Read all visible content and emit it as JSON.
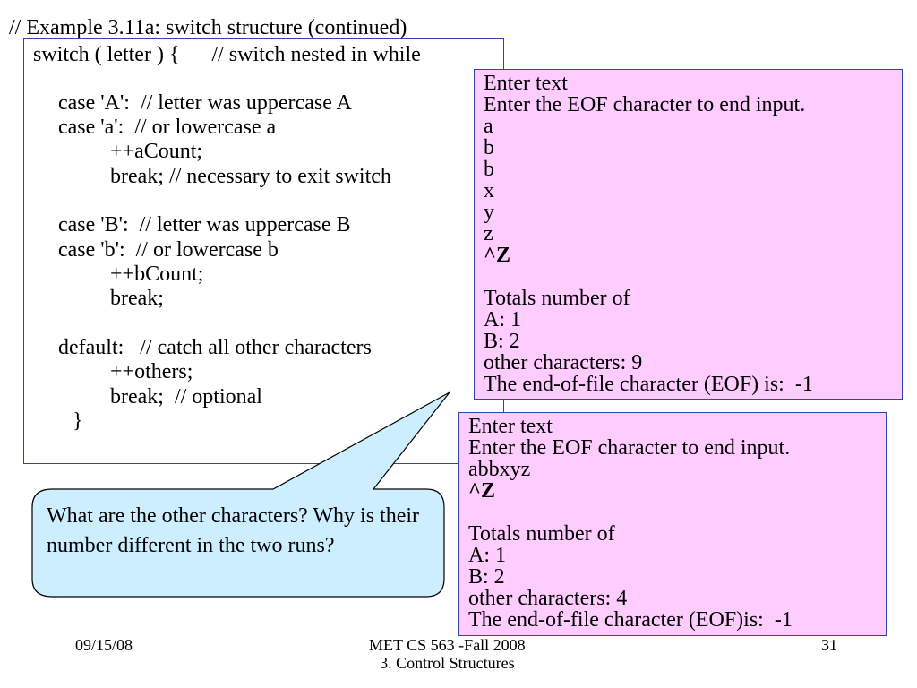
{
  "title": "// Example 3.11a:  switch structure (continued)",
  "code_lines": [
    "switch ( letter ) {      // switch nested in while",
    "",
    "case 'A':  // letter was uppercase A",
    "case 'a':  // or lowercase a",
    "++aCount;",
    "break; // necessary to exit switch",
    "",
    "case 'B':  // letter was uppercase B",
    "case 'b':  // or lowercase b",
    "++bCount;",
    "break;",
    "",
    "default:   // catch all other characters",
    "++others;",
    "break;  // optional",
    "}"
  ],
  "output_run_1": [
    "Enter text",
    "Enter the EOF character to end input.",
    "a",
    "b",
    "b",
    "x",
    "y",
    "z",
    "^Z",
    "",
    "Totals number of",
    "A: 1",
    "B: 2",
    "other characters: 9",
    "The end-of-file character (EOF) is:  -1"
  ],
  "output_run_2": [
    "Enter text",
    "Enter the EOF character to end input.",
    "abbxyz",
    "^Z",
    "",
    "Totals number of",
    "A: 1",
    "B: 2",
    "other characters: 4",
    "The end-of-file character (EOF)is:  -1"
  ],
  "callout": {
    "text": "What are the other characters? Why is their number different in the two runs?",
    "fill_color": "#cceeff"
  },
  "footer": {
    "date": "09/15/08",
    "course": "MET CS 563 -Fall 2008",
    "chapter": "3. Control Structures",
    "page": "31"
  },
  "colors": {
    "output_bg": "#ffccff",
    "box_border": "#3344aa"
  }
}
